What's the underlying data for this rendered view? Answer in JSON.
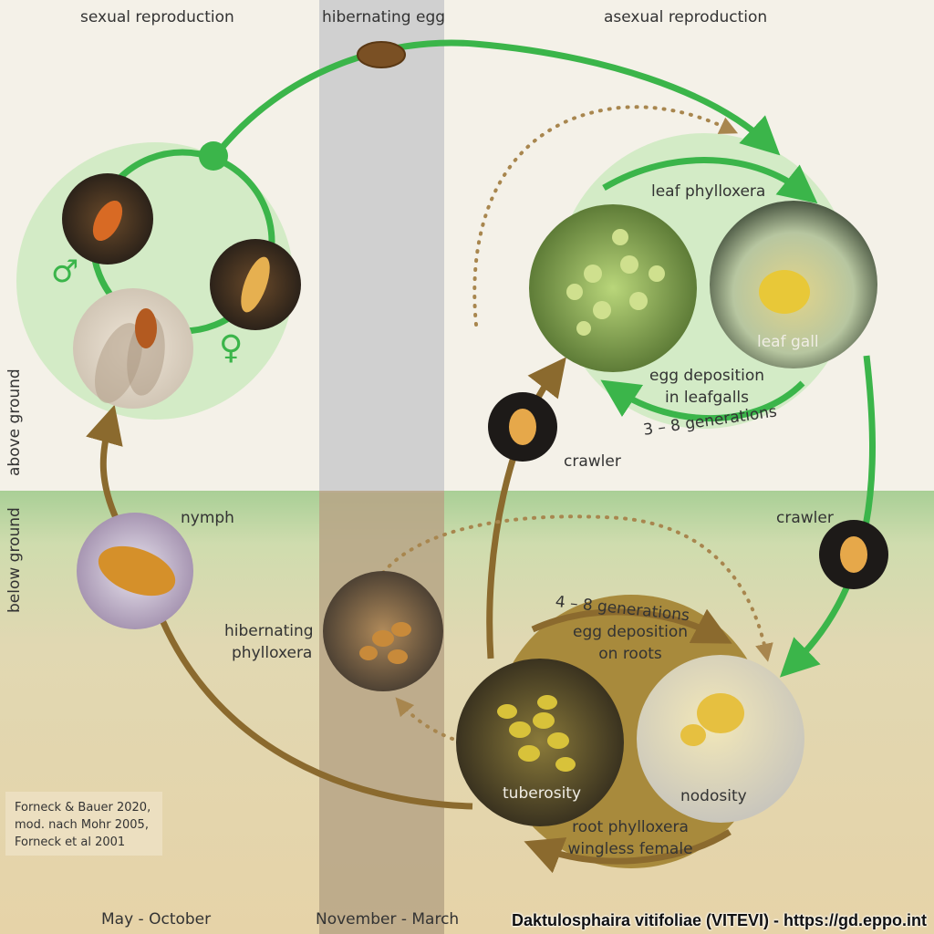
{
  "columns": {
    "sexual": "sexual reproduction",
    "hibernating_egg": "hibernating egg",
    "asexual": "asexual reproduction"
  },
  "zones": {
    "above": "above ground",
    "below": "below ground"
  },
  "seasons": {
    "may_oct": "May - October",
    "nov_mar": "November - March"
  },
  "labels": {
    "leaf_phylloxera": "leaf phylloxera",
    "leaf_gall": "leaf gall",
    "egg_deposition_leafgalls_1": "egg deposition",
    "egg_deposition_leafgalls_2": "in leafgalls",
    "leaf_generations": "3 – 8 generations",
    "crawler_upper": "crawler",
    "crawler_right": "crawler",
    "nymph": "nymph",
    "hibernating_phylloxera_1": "hibernating",
    "hibernating_phylloxera_2": "phylloxera",
    "root_generations": "4 – 8 generations",
    "egg_deposition_roots_1": "egg deposition",
    "egg_deposition_roots_2": "on roots",
    "tuberosity": "tuberosity",
    "nodosity": "nodosity",
    "root_phylloxera_1": "root phylloxera",
    "root_phylloxera_2": "wingless female",
    "male_symbol": "♂",
    "female_symbol": "♀"
  },
  "reference": [
    "Forneck & Bauer 2020,",
    "mod. nach Mohr 2005,",
    "Forneck et al 2001"
  ],
  "footer": "Daktulosphaira vitifoliae (VITEVI) - https://gd.eppo.int",
  "colors": {
    "green_arrow": "#3bb54a",
    "brown_arrow": "#8b6a2e",
    "light_green": "#d3ebc6",
    "root_circle": "#a88a3c",
    "nymph_circle": "#9a86a6",
    "hibernation_band": "#c8c8c8"
  }
}
